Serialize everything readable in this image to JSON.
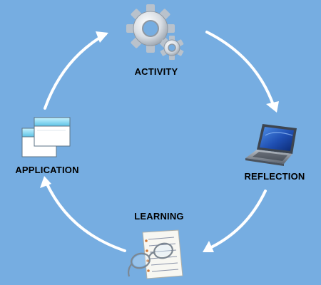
{
  "stages": [
    {
      "id": "activity",
      "label": "ACTIVITY",
      "icon": "gears-icon"
    },
    {
      "id": "reflection",
      "label": "REFLECTION",
      "icon": "laptop-icon"
    },
    {
      "id": "learning",
      "label": "LEARNING",
      "icon": "notes-and-glasses-icon"
    },
    {
      "id": "application",
      "label": "APPLICATION",
      "icon": "windows-icon"
    }
  ],
  "colors": {
    "background": "#76ade1",
    "arrow": "#ffffff",
    "text": "#000000"
  }
}
